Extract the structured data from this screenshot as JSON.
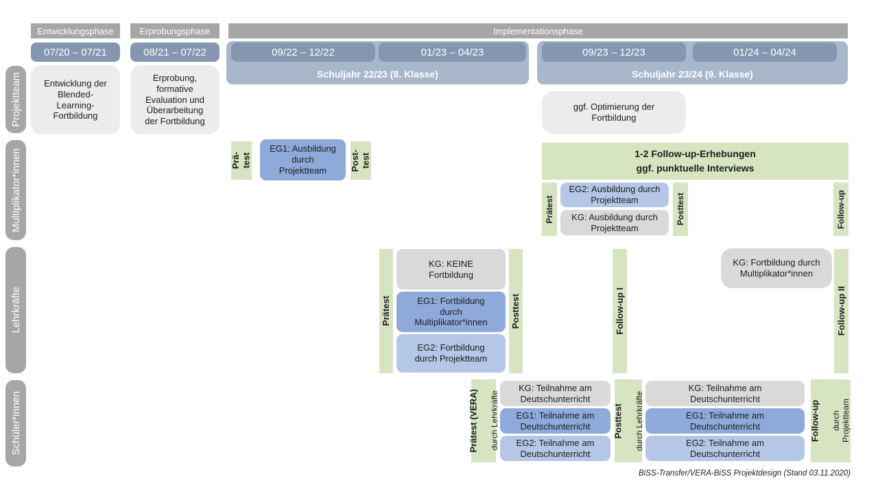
{
  "colors": {
    "phase_header_gray": "#a6a6a6",
    "period_blue": "#8496b0",
    "schoolyear_blue": "#a9b7ca",
    "project_box_gray": "#ececec",
    "kg_gray": "#d9d9d9",
    "eg1_blue": "#8eaadb",
    "eg2_blue": "#b4c7e7",
    "test_green": "#d6e4c2"
  },
  "phases": {
    "entwicklung": "Entwicklungsphase",
    "erprobung": "Erprobungsphase",
    "implementation": "Implementationsphase"
  },
  "timeline": {
    "p1": "07/20 – 07/21",
    "p2": "08/21 – 07/22",
    "p3": "09/22 – 12/22",
    "p4": "01/23 – 04/23",
    "p5": "09/23 – 12/23",
    "p6": "01/24 – 04/24",
    "schuljahr1": "Schuljahr 22/23 (8. Klasse)",
    "schuljahr2": "Schuljahr 23/24 (9. Klasse)"
  },
  "row_labels": {
    "r1": "Projektteam",
    "r2": "Multiplikator*innen",
    "r3": "Lehrkräfte",
    "r4": "Schüler*innen"
  },
  "projektteam": {
    "entwicklung_box": "Entwicklung der\nBlended-\nLearning-\nFortbildung",
    "erprobung_box": "Erprobung,\nformative\nEvaluation und\nÜberarbeitung\nder Fortbildung",
    "optimierung_box": "ggf. Optimierung der\nFortbildung"
  },
  "multiplikatoren": {
    "praetest1": "Prä-\ntest",
    "eg1": "EG1: Ausbildung\ndurch\nProjektteam",
    "posttest1": "Post-\ntest",
    "followup_banner": "1-2 Follow-up-Erhebungen\nggf. punktuelle Interviews",
    "praetest2": "Prätest",
    "eg2": "EG2: Ausbildung durch\nProjektteam",
    "kg": "KG: Ausbildung durch\nProjektteam",
    "posttest2": "Posttest",
    "followup": "Follow-up"
  },
  "lehrkraefte": {
    "praetest": "Prätest",
    "kg": "KG: KEINE\nFortbildung",
    "eg1": "EG1: Fortbildung\ndurch\nMultiplikator*innen",
    "eg2": "EG2: Fortbildung\ndurch Projektteam",
    "posttest": "Posttest",
    "followup1": "Follow-up I",
    "kg2": "KG: Fortbildung durch\nMultiplikator*innen",
    "followup2": "Follow-up II"
  },
  "schueler": {
    "praetest_bold": "Prätest (VERA)",
    "praetest_sub": "durch Lehrkräfte",
    "kg1": "KG: Teilnahme am\nDeutschunterricht",
    "eg1_1": "EG1: Teilnahme am\nDeutschunterricht",
    "eg2_1": "EG2: Teilnahme am\nDeutschunterricht",
    "posttest_bold": "Posttest",
    "posttest_sub": "durch Lehrkräfte",
    "kg2": "KG: Teilnahme am\nDeutschunterricht",
    "eg1_2": "EG1: Teilnahme am\nDeutschunterricht",
    "eg2_2": "EG2: Teilnahme am\nDeutschunterricht",
    "followup_bold": "Follow-up",
    "followup_sub": "durch\nProjektteam"
  },
  "footer": {
    "caption": "BiSS-Transfer/VERA-BiSS Projektdesign (Stand 03.11.2020)"
  }
}
